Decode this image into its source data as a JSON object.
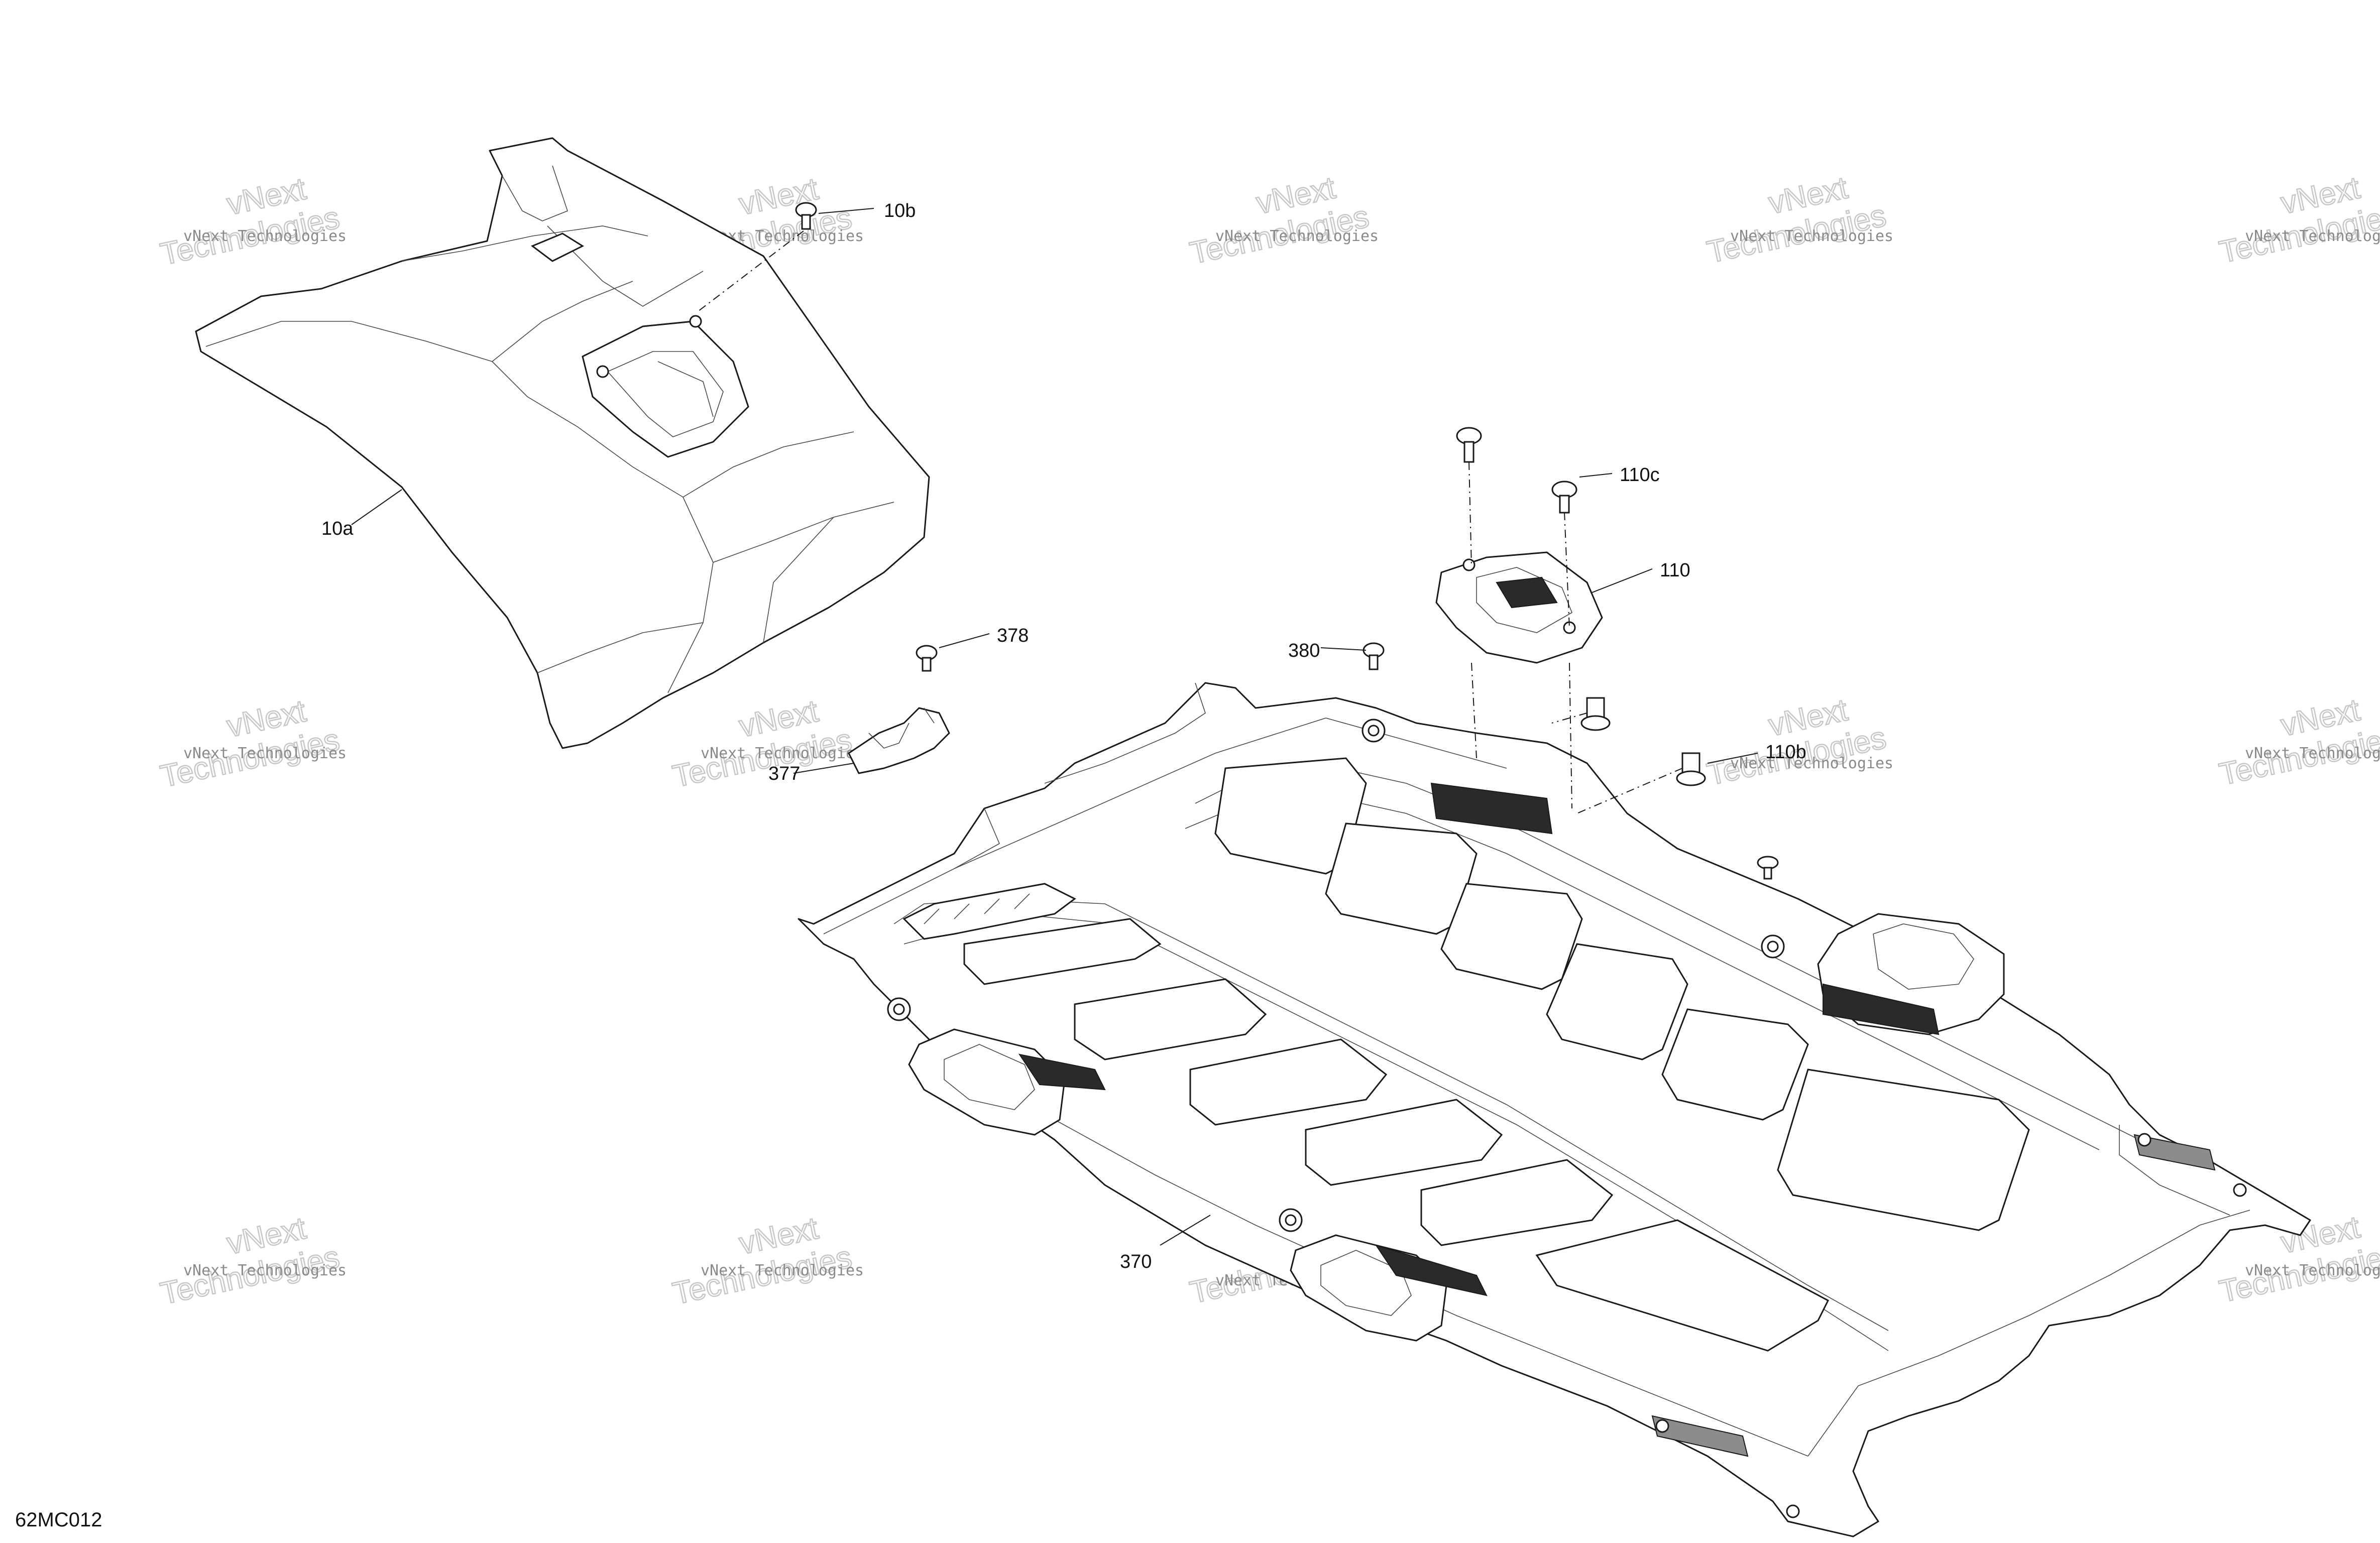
{
  "callouts": {
    "c10b": "10b",
    "c10a": "10a",
    "c110c": "110c",
    "c110": "110",
    "c378": "378",
    "c380": "380",
    "c377": "377",
    "c110b": "110b",
    "c370": "370"
  },
  "reference_code": "62MC012",
  "watermark": {
    "line1": "vNext Technologies",
    "line2": "Technologies",
    "line3": "vNext"
  },
  "part_icons": {
    "front_panel": "front-panel-10a",
    "skid_plate": "skid-plate-370",
    "bracket": "bracket-110",
    "clip": "clip-377",
    "rivet_screw": "rivet-icon"
  }
}
